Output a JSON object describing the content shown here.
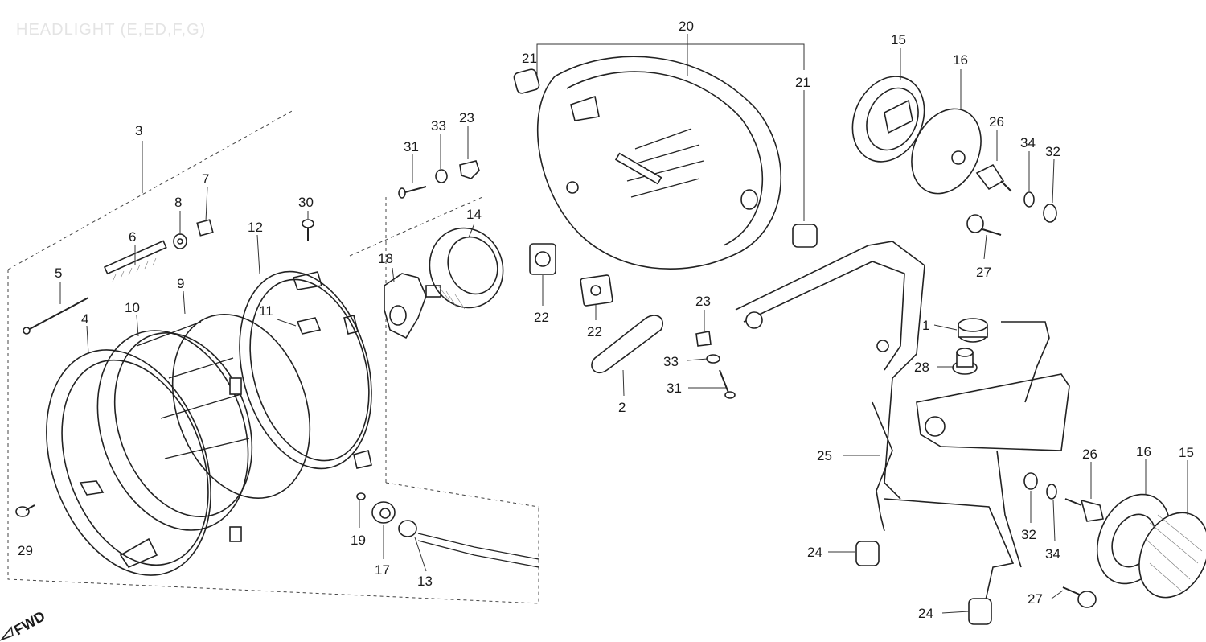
{
  "title": "HEADLIGHT (E,ED,F,G)",
  "fwd_label": "FWD",
  "callouts": {
    "c1": "1",
    "c2": "2",
    "c3": "3",
    "c4": "4",
    "c5": "5",
    "c6": "6",
    "c7": "7",
    "c8": "8",
    "c9": "9",
    "c10": "10",
    "c11": "11",
    "c12": "12",
    "c13": "13",
    "c14": "14",
    "c15a": "15",
    "c15b": "15",
    "c16a": "16",
    "c16b": "16",
    "c17": "17",
    "c18": "18",
    "c19": "19",
    "c20": "20",
    "c21a": "21",
    "c21b": "21",
    "c22a": "22",
    "c22b": "22",
    "c23a": "23",
    "c23b": "23",
    "c24a": "24",
    "c24b": "24",
    "c25": "25",
    "c26a": "26",
    "c26b": "26",
    "c27a": "27",
    "c27b": "27",
    "c28": "28",
    "c29": "29",
    "c30": "30",
    "c31a": "31",
    "c31b": "31",
    "c32a": "32",
    "c32b": "32",
    "c33a": "33",
    "c33b": "33",
    "c34a": "34",
    "c34b": "34"
  }
}
